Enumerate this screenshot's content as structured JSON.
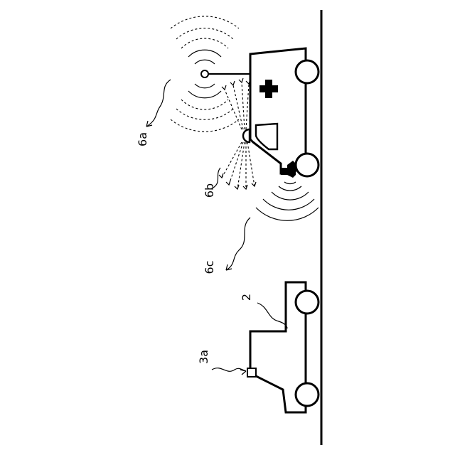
{
  "labels": {
    "signal_radio": "6a",
    "signal_light": "6b",
    "signal_sound": "6c",
    "vehicle": "2",
    "sensor": "3a"
  },
  "icons": {
    "emergency_vehicle": "ambulance-icon",
    "cross": "medical-cross-icon",
    "siren": "siren-icon",
    "antenna": "antenna-icon",
    "sensor": "camera-sensor-icon"
  }
}
